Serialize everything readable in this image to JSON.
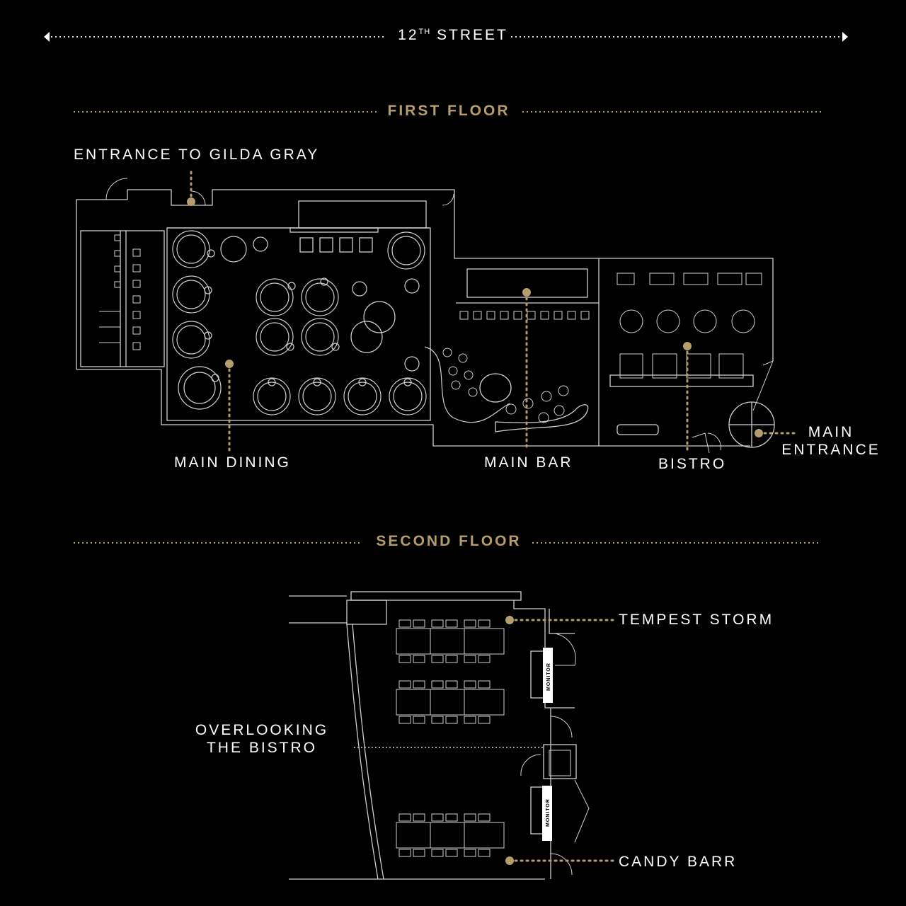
{
  "street": {
    "name_main": "12",
    "name_sup": "TH",
    "name_rest": " STREET"
  },
  "first_floor": {
    "title": "FIRST FLOOR",
    "labels": {
      "entrance_gilda": "ENTRANCE TO GILDA GRAY",
      "main_dining": "MAIN DINING",
      "main_bar": "MAIN BAR",
      "bistro": "BISTRO",
      "main_entrance_line1": "MAIN",
      "main_entrance_line2": "ENTRANCE"
    }
  },
  "second_floor": {
    "title": "SECOND FLOOR",
    "labels": {
      "tempest_storm": "TEMPEST STORM",
      "overlooking_line1": "OVERLOOKING",
      "overlooking_line2": "THE BISTRO",
      "candy_barr": "CANDY BARR",
      "monitor": "MONITOR"
    }
  },
  "colors": {
    "accent": "#b59d6c",
    "line": "#cfcfcf",
    "background": "#000000"
  }
}
